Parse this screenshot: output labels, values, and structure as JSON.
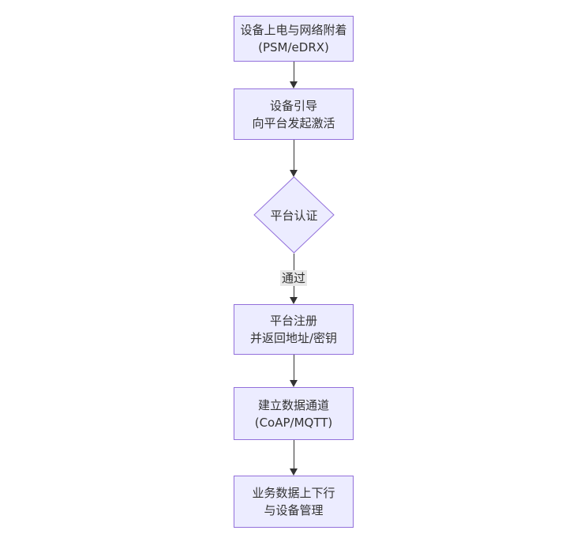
{
  "diagram": {
    "type": "flowchart-top-down",
    "colors": {
      "background": "#ffffff",
      "node_fill": "#ECECFF",
      "node_border": "#9370DB",
      "text": "#333333",
      "arrow": "#333333",
      "edge_label_bg": "#e8e8e8"
    },
    "nodes": [
      {
        "id": "power-attach",
        "type": "rect",
        "lines": [
          "设备上电与网络附着",
          "(PSM/eDRX)"
        ]
      },
      {
        "id": "bootstrap",
        "type": "rect",
        "lines": [
          "设备引导",
          "向平台发起激活"
        ]
      },
      {
        "id": "platform-auth",
        "type": "diamond",
        "lines": [
          "平台认证"
        ]
      },
      {
        "id": "register",
        "type": "rect",
        "lines": [
          "平台注册",
          "并返回地址/密钥"
        ]
      },
      {
        "id": "data-channel",
        "type": "rect",
        "lines": [
          "建立数据通道",
          "(CoAP/MQTT)"
        ]
      },
      {
        "id": "business",
        "type": "rect",
        "lines": [
          "业务数据上下行",
          "与设备管理"
        ]
      }
    ],
    "edges": [
      {
        "from": "power-attach",
        "to": "bootstrap",
        "label": ""
      },
      {
        "from": "bootstrap",
        "to": "platform-auth",
        "label": ""
      },
      {
        "from": "platform-auth",
        "to": "register",
        "label": "通过"
      },
      {
        "from": "register",
        "to": "data-channel",
        "label": ""
      },
      {
        "from": "data-channel",
        "to": "business",
        "label": ""
      }
    ]
  }
}
